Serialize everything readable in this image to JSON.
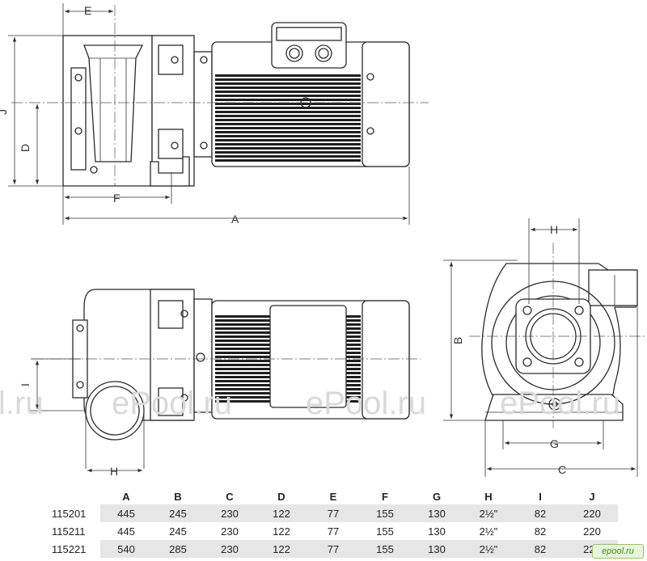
{
  "labels": {
    "A": "A",
    "B": "B",
    "C": "C",
    "D": "D",
    "E": "E",
    "F": "F",
    "G": "G",
    "H": "H",
    "I": "I",
    "J": "J"
  },
  "watermark": "ePool.ru",
  "watermark_cut": "l.ru",
  "logo": "epool.ru",
  "table": {
    "headers": [
      "A",
      "B",
      "C",
      "D",
      "E",
      "F",
      "G",
      "H",
      "I",
      "J"
    ],
    "rows": [
      {
        "model": "115201",
        "cells": [
          "445",
          "245",
          "230",
          "122",
          "77",
          "155",
          "130",
          "2½\"",
          "82",
          "220"
        ]
      },
      {
        "model": "115211",
        "cells": [
          "445",
          "245",
          "230",
          "122",
          "77",
          "155",
          "130",
          "2½\"",
          "82",
          "220"
        ]
      },
      {
        "model": "115221",
        "cells": [
          "540",
          "285",
          "230",
          "122",
          "77",
          "155",
          "130",
          "2½\"",
          "82",
          "220"
        ]
      }
    ]
  },
  "colors": {
    "line": "#2a2a2a",
    "table_shade": "#e6e6e6",
    "watermark": "#d9d9d9"
  }
}
